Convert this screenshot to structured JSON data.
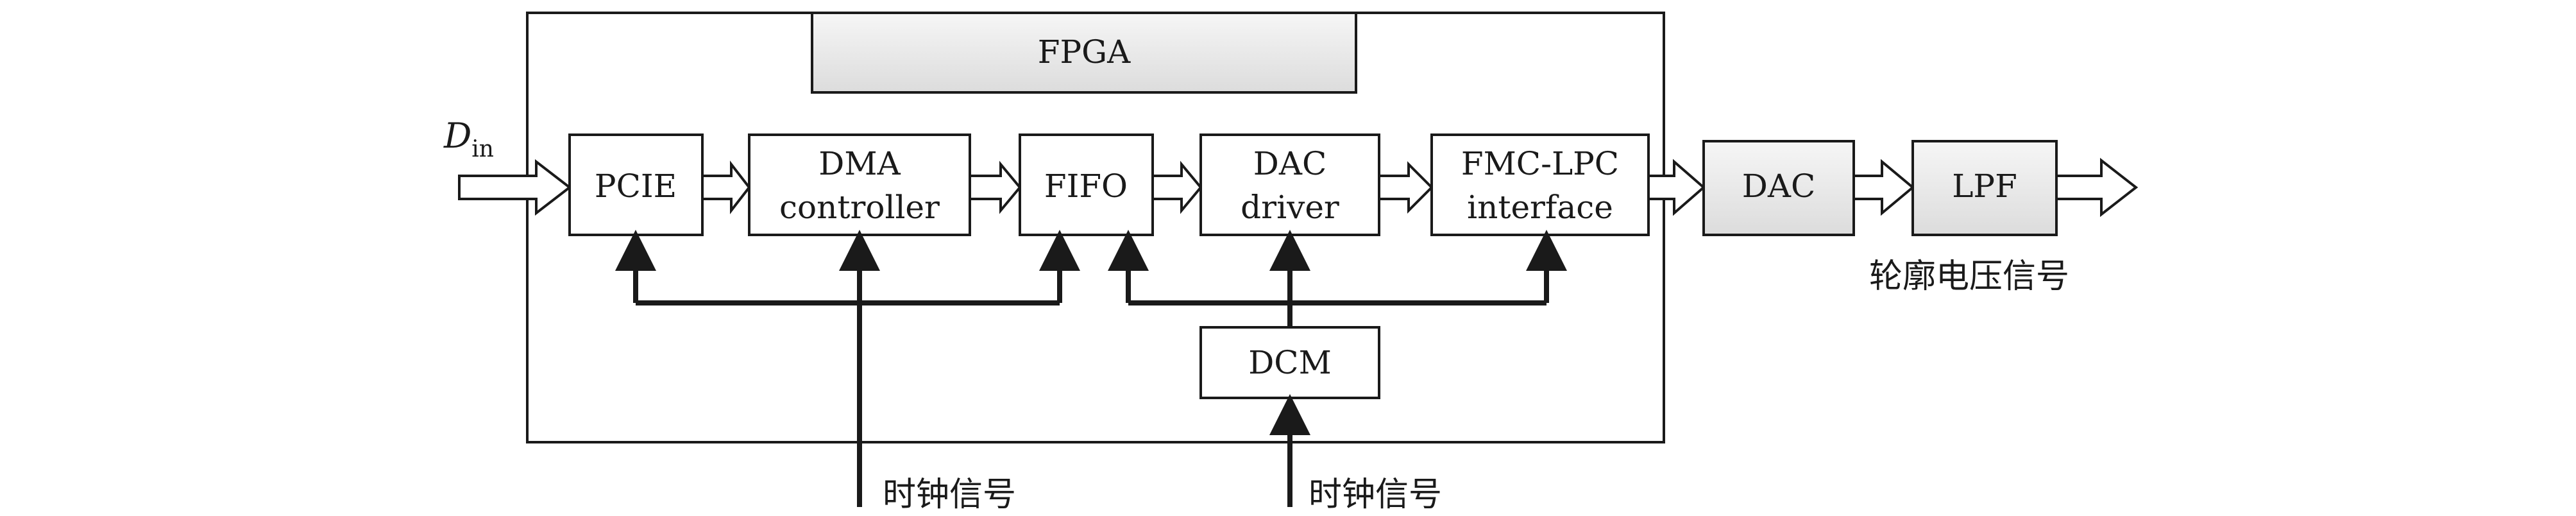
{
  "fpga_label": "FPGA",
  "input_label": {
    "main": "D",
    "sub": "in"
  },
  "blocks": {
    "pcie": {
      "lines": [
        "PCIE"
      ]
    },
    "dma": {
      "lines": [
        "DMA",
        "controller"
      ]
    },
    "fifo": {
      "lines": [
        "FIFO"
      ]
    },
    "dac_driver": {
      "lines": [
        "DAC",
        "driver"
      ]
    },
    "fmc": {
      "lines": [
        "FMC-LPC",
        "interface"
      ]
    },
    "dcm": {
      "lines": [
        "DCM"
      ]
    },
    "dac": {
      "lines": [
        "DAC"
      ]
    },
    "lpf": {
      "lines": [
        "LPF"
      ]
    }
  },
  "labels": {
    "clock_1": "时钟信号",
    "clock_2": "时钟信号",
    "output": "轮廓电压信号"
  },
  "colors": {
    "line": "#1a1a1a",
    "shaded_fill": "#e6e6e6",
    "background": "#ffffff"
  }
}
